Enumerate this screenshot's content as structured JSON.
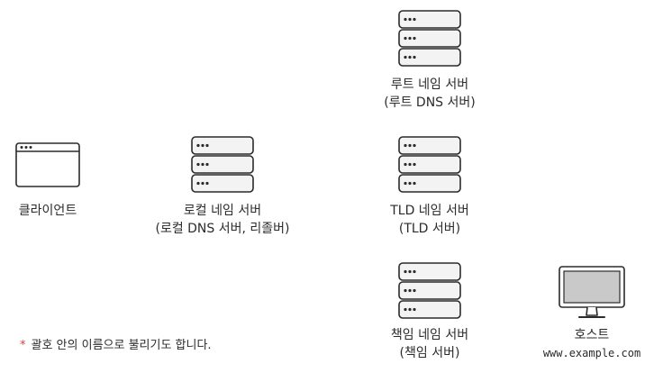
{
  "nodes": {
    "root": {
      "title": "루트 네임 서버",
      "subtitle": "(루트 DNS 서버)",
      "icon": "server-icon"
    },
    "tld": {
      "title": "TLD 네임 서버",
      "subtitle": "(TLD 서버)",
      "icon": "server-icon"
    },
    "auth": {
      "title": "책임 네임 서버",
      "subtitle": "(책임 서버)",
      "icon": "server-icon"
    },
    "local": {
      "title": "로컬 네임 서버",
      "subtitle": "(로컬 DNS 서버, 리졸버)",
      "icon": "server-icon"
    },
    "client": {
      "title": "클라이언트",
      "icon": "browser-window-icon"
    },
    "host": {
      "title": "호스트",
      "subtitle": "www.example.com",
      "icon": "monitor-icon"
    }
  },
  "note": {
    "symbol": "*",
    "text": "괄호 안의 이름으로 불리기도 합니다."
  },
  "colors": {
    "note_star": "#d0463c",
    "stroke": "#2b2b2b",
    "server_fill": "#f3f3f3",
    "monitor_screen": "#c9c9c9"
  }
}
